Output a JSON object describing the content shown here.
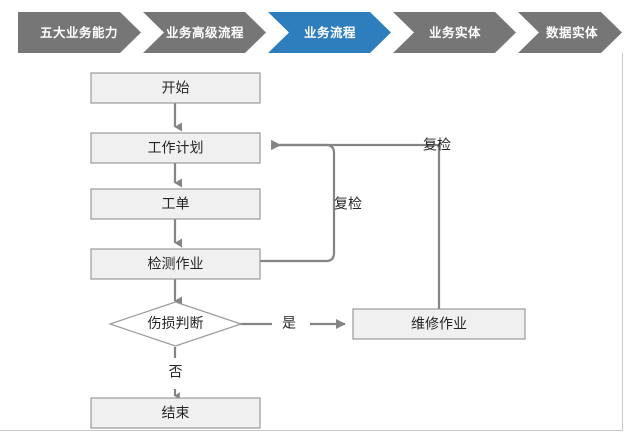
{
  "breadcrumb": {
    "active_index": 2,
    "active_color": "#2e7dbd",
    "inactive_color": "#767676",
    "items": [
      {
        "label": "五大业务能力"
      },
      {
        "label": "业务高级流程"
      },
      {
        "label": "业务流程"
      },
      {
        "label": "业务实体"
      },
      {
        "label": "数据实体"
      }
    ]
  },
  "flowchart": {
    "nodes": [
      {
        "id": "start",
        "label": "开始",
        "shape": "box"
      },
      {
        "id": "work-plan",
        "label": "工作计划",
        "shape": "box"
      },
      {
        "id": "work-order",
        "label": "工单",
        "shape": "box"
      },
      {
        "id": "inspection",
        "label": "检测作业",
        "shape": "box"
      },
      {
        "id": "damage",
        "label": "伤损判断",
        "shape": "diamond"
      },
      {
        "id": "repair",
        "label": "维修作业",
        "shape": "box"
      },
      {
        "id": "end",
        "label": "结束",
        "shape": "box"
      }
    ],
    "edge_labels": {
      "recheck_inner": "复检",
      "recheck_outer": "复检",
      "yes": "是",
      "no": "否"
    },
    "colors": {
      "box_fill": "#f0f0f0",
      "box_stroke": "#9a9a9a",
      "line": "#848484",
      "text": "#262626"
    }
  }
}
